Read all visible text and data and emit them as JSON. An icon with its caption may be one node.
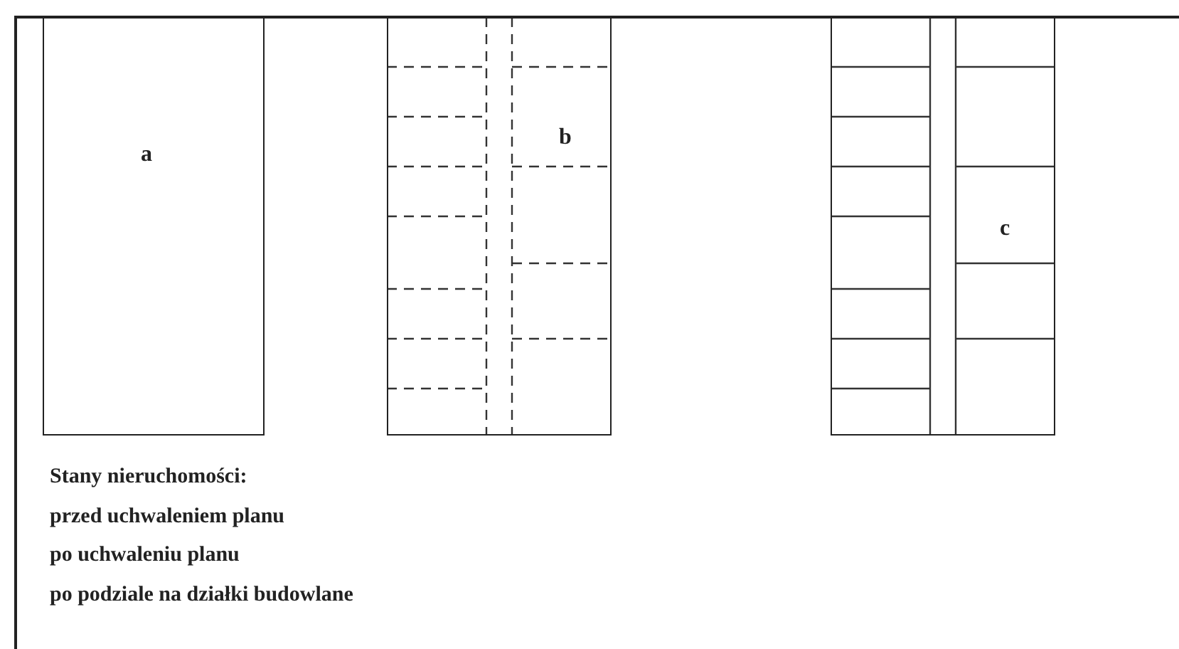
{
  "diagram": {
    "nodes": [
      {
        "text": [
          "a"
        ]
      },
      {
        "text": [
          "b"
        ]
      },
      {
        "text": [
          "c"
        ]
      }
    ],
    "labels": [
      "Stany nieruchomości:",
      "przed uchwaleniem planu",
      "po uchwaleniu planu",
      "po podziale na działki budowlane"
    ]
  }
}
